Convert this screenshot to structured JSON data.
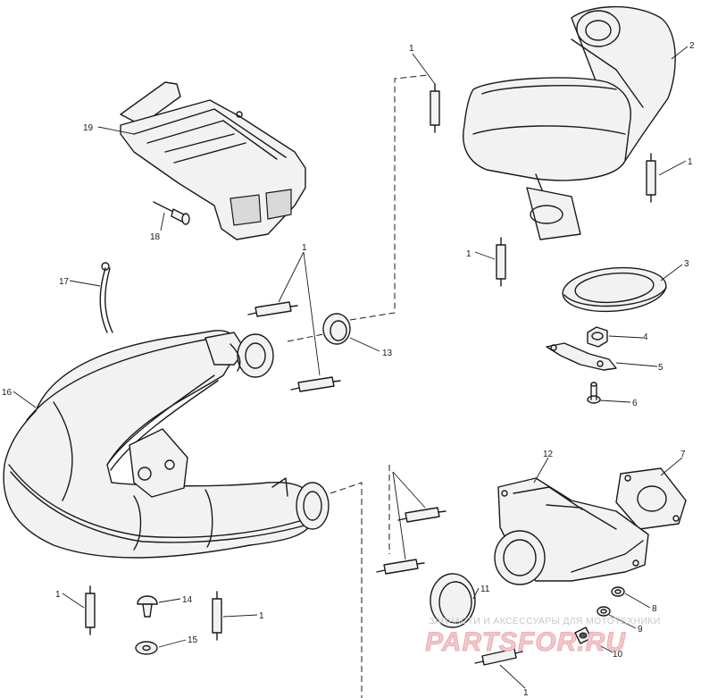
{
  "callouts": {
    "c1_top": "1",
    "c2": "2",
    "c1_right": "1",
    "c1_left": "1",
    "c3": "3",
    "c4": "4",
    "c5": "5",
    "c6": "6",
    "c19": "19",
    "c18": "18",
    "c17": "17",
    "c1_mid": "1",
    "c13": "13",
    "c16": "16",
    "c7": "7",
    "c12": "12",
    "c11": "11",
    "c8": "8",
    "c9": "9",
    "c10": "10",
    "c1_bottom": "1",
    "c14": "14",
    "c15": "15",
    "c1_low_left": "1",
    "c1_low_right": "1"
  },
  "watermark": {
    "caption": "ЗАПЧАСТИ И АКСЕССУАРЫ ДЛЯ МОТОТЕХНИКИ",
    "logo": "PARTSFOR.RU"
  }
}
